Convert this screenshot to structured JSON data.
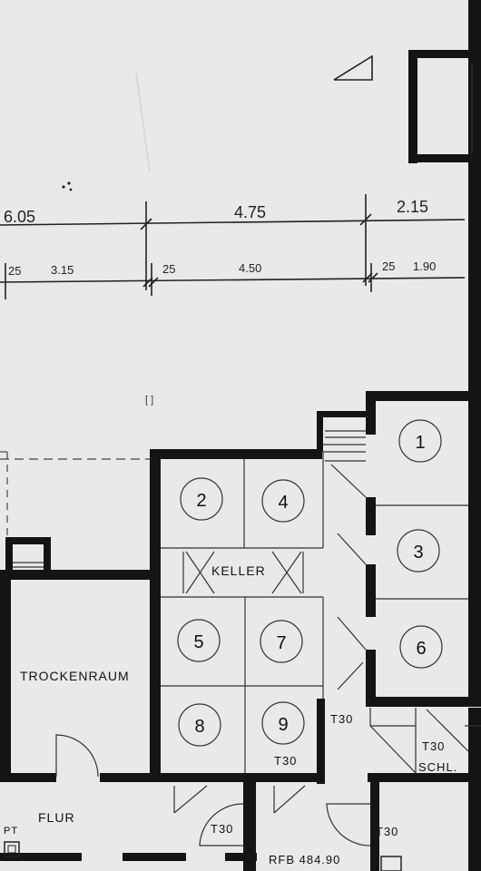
{
  "dimensions": {
    "overall": [
      "6.05",
      "4.75",
      "2.15"
    ],
    "detail": [
      "25",
      "3.15",
      "25",
      "4.50",
      "25",
      "1.90"
    ]
  },
  "rooms": {
    "keller": "KELLER",
    "trockenraum": "TROCKENRAUM",
    "flur": "FLUR"
  },
  "compartments": [
    "1",
    "2",
    "3",
    "4",
    "5",
    "6",
    "7",
    "8",
    "9"
  ],
  "door_labels": {
    "t30_a": "T30",
    "t30_b": "T30",
    "t30_c": "T30",
    "t30_d": "T30",
    "t30_e": "T30",
    "schl": "SCHL.",
    "pt": "PT",
    "rfb": "RFB 484.90"
  },
  "colors": {
    "paper": "#e9e9e7",
    "ink": "#141414"
  }
}
